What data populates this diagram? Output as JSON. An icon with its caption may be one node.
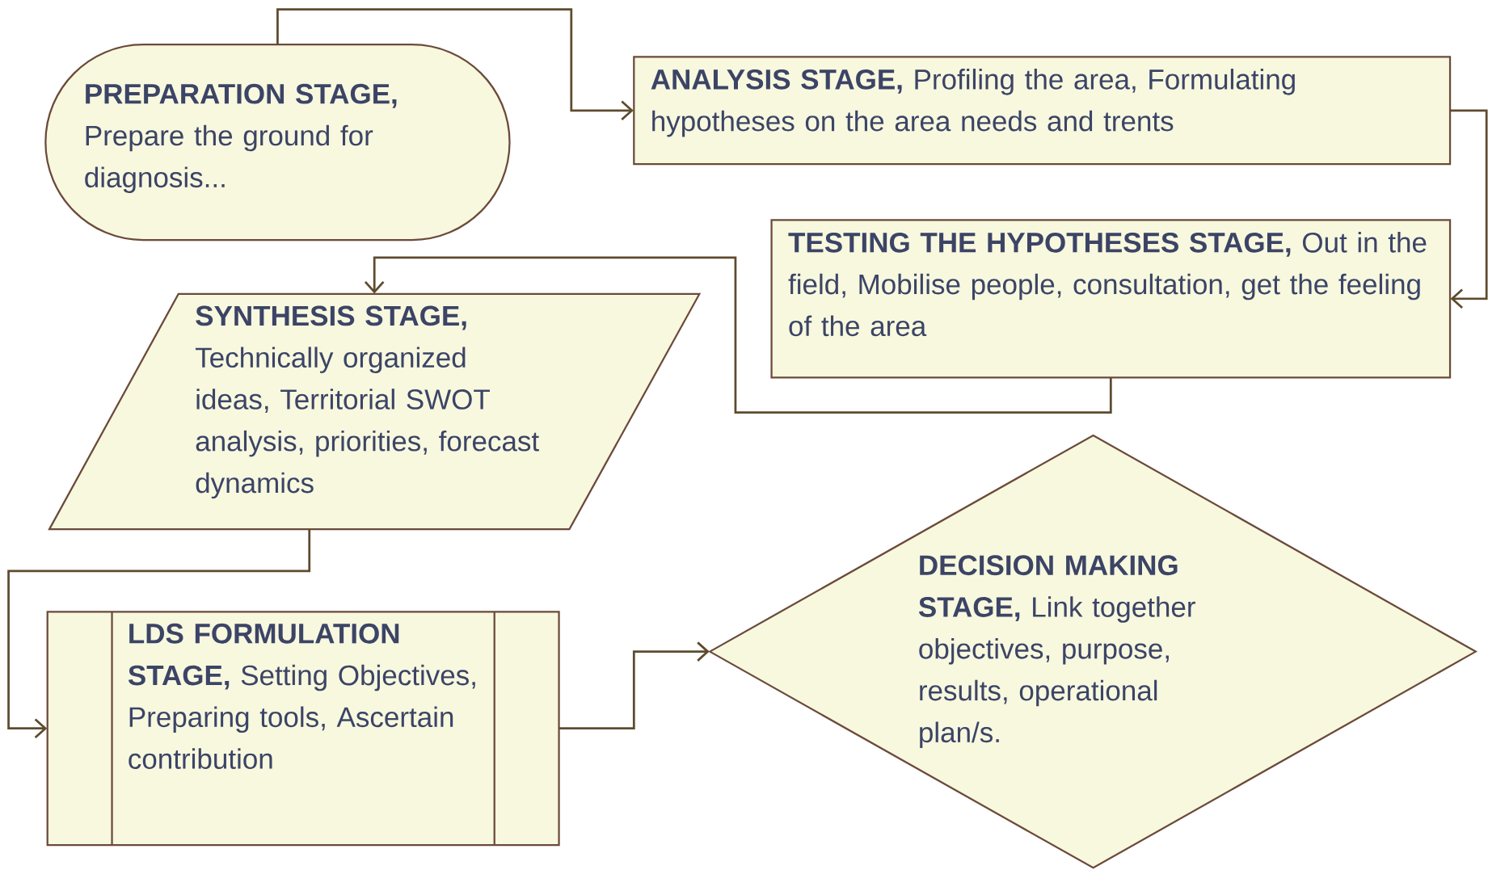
{
  "diagram": {
    "nodes": [
      {
        "text": [
          "**PREPARATION STAGE,** Prepare the ground for diagnosis..."
        ]
      },
      {
        "text": [
          "**ANALYSIS STAGE,** Profiling the area, Formulating hypotheses on the area needs and trents"
        ]
      },
      {
        "text": [
          "**TESTING THE HYPOTHESES STAGE,** Out in the field, Mobilise people, consultation,  get the feeling of the area"
        ]
      },
      {
        "text": [
          "**SYNTHESIS STAGE,** Technically organized ideas, Territorial SWOT analysis, priorities, forecast dynamics"
        ]
      },
      {
        "text": [
          "**LDS FORMULATION STAGE,** Setting Objectives, Preparing tools, Ascertain contribution"
        ]
      },
      {
        "text": [
          "**DECISION MAKING STAGE,** Link together objectives, purpose, results, operational plan/s."
        ]
      }
    ],
    "edges": [
      {
        "from": 0,
        "to": 1,
        "arrow": "to"
      },
      {
        "from": 1,
        "to": 2,
        "arrow": "to"
      },
      {
        "from": 2,
        "to": 3,
        "arrow": "to"
      },
      {
        "from": 3,
        "to": 4,
        "arrow": "to"
      },
      {
        "from": 4,
        "to": 5,
        "arrow": "to"
      }
    ]
  }
}
